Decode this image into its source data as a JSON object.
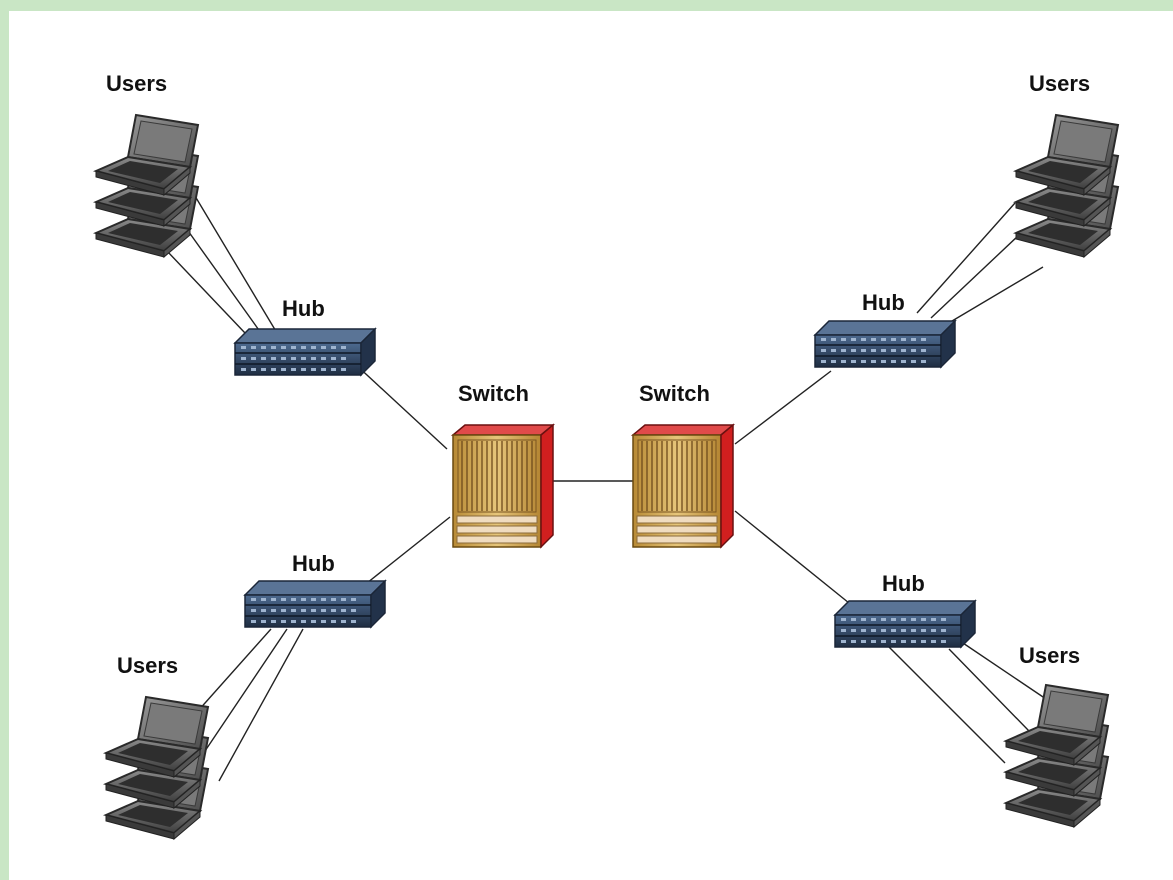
{
  "diagram": {
    "labels": {
      "users_top_left": "Users",
      "users_top_right": "Users",
      "users_bottom_left": "Users",
      "users_bottom_right": "Users",
      "hub_top_left": "Hub",
      "hub_top_right": "Hub",
      "hub_bottom_left": "Hub",
      "hub_bottom_right": "Hub",
      "switch_left": "Switch",
      "switch_right": "Switch"
    },
    "colors": {
      "frame_border": "#c9e6c5",
      "hub_body": "#2b3c55",
      "switch_side": "#d11f1f",
      "switch_front": "#c9a24a",
      "laptop": "#6f6f6f",
      "connection_line": "#222222"
    },
    "icons": [
      "laptop-icon",
      "hub-icon",
      "switch-icon"
    ]
  }
}
